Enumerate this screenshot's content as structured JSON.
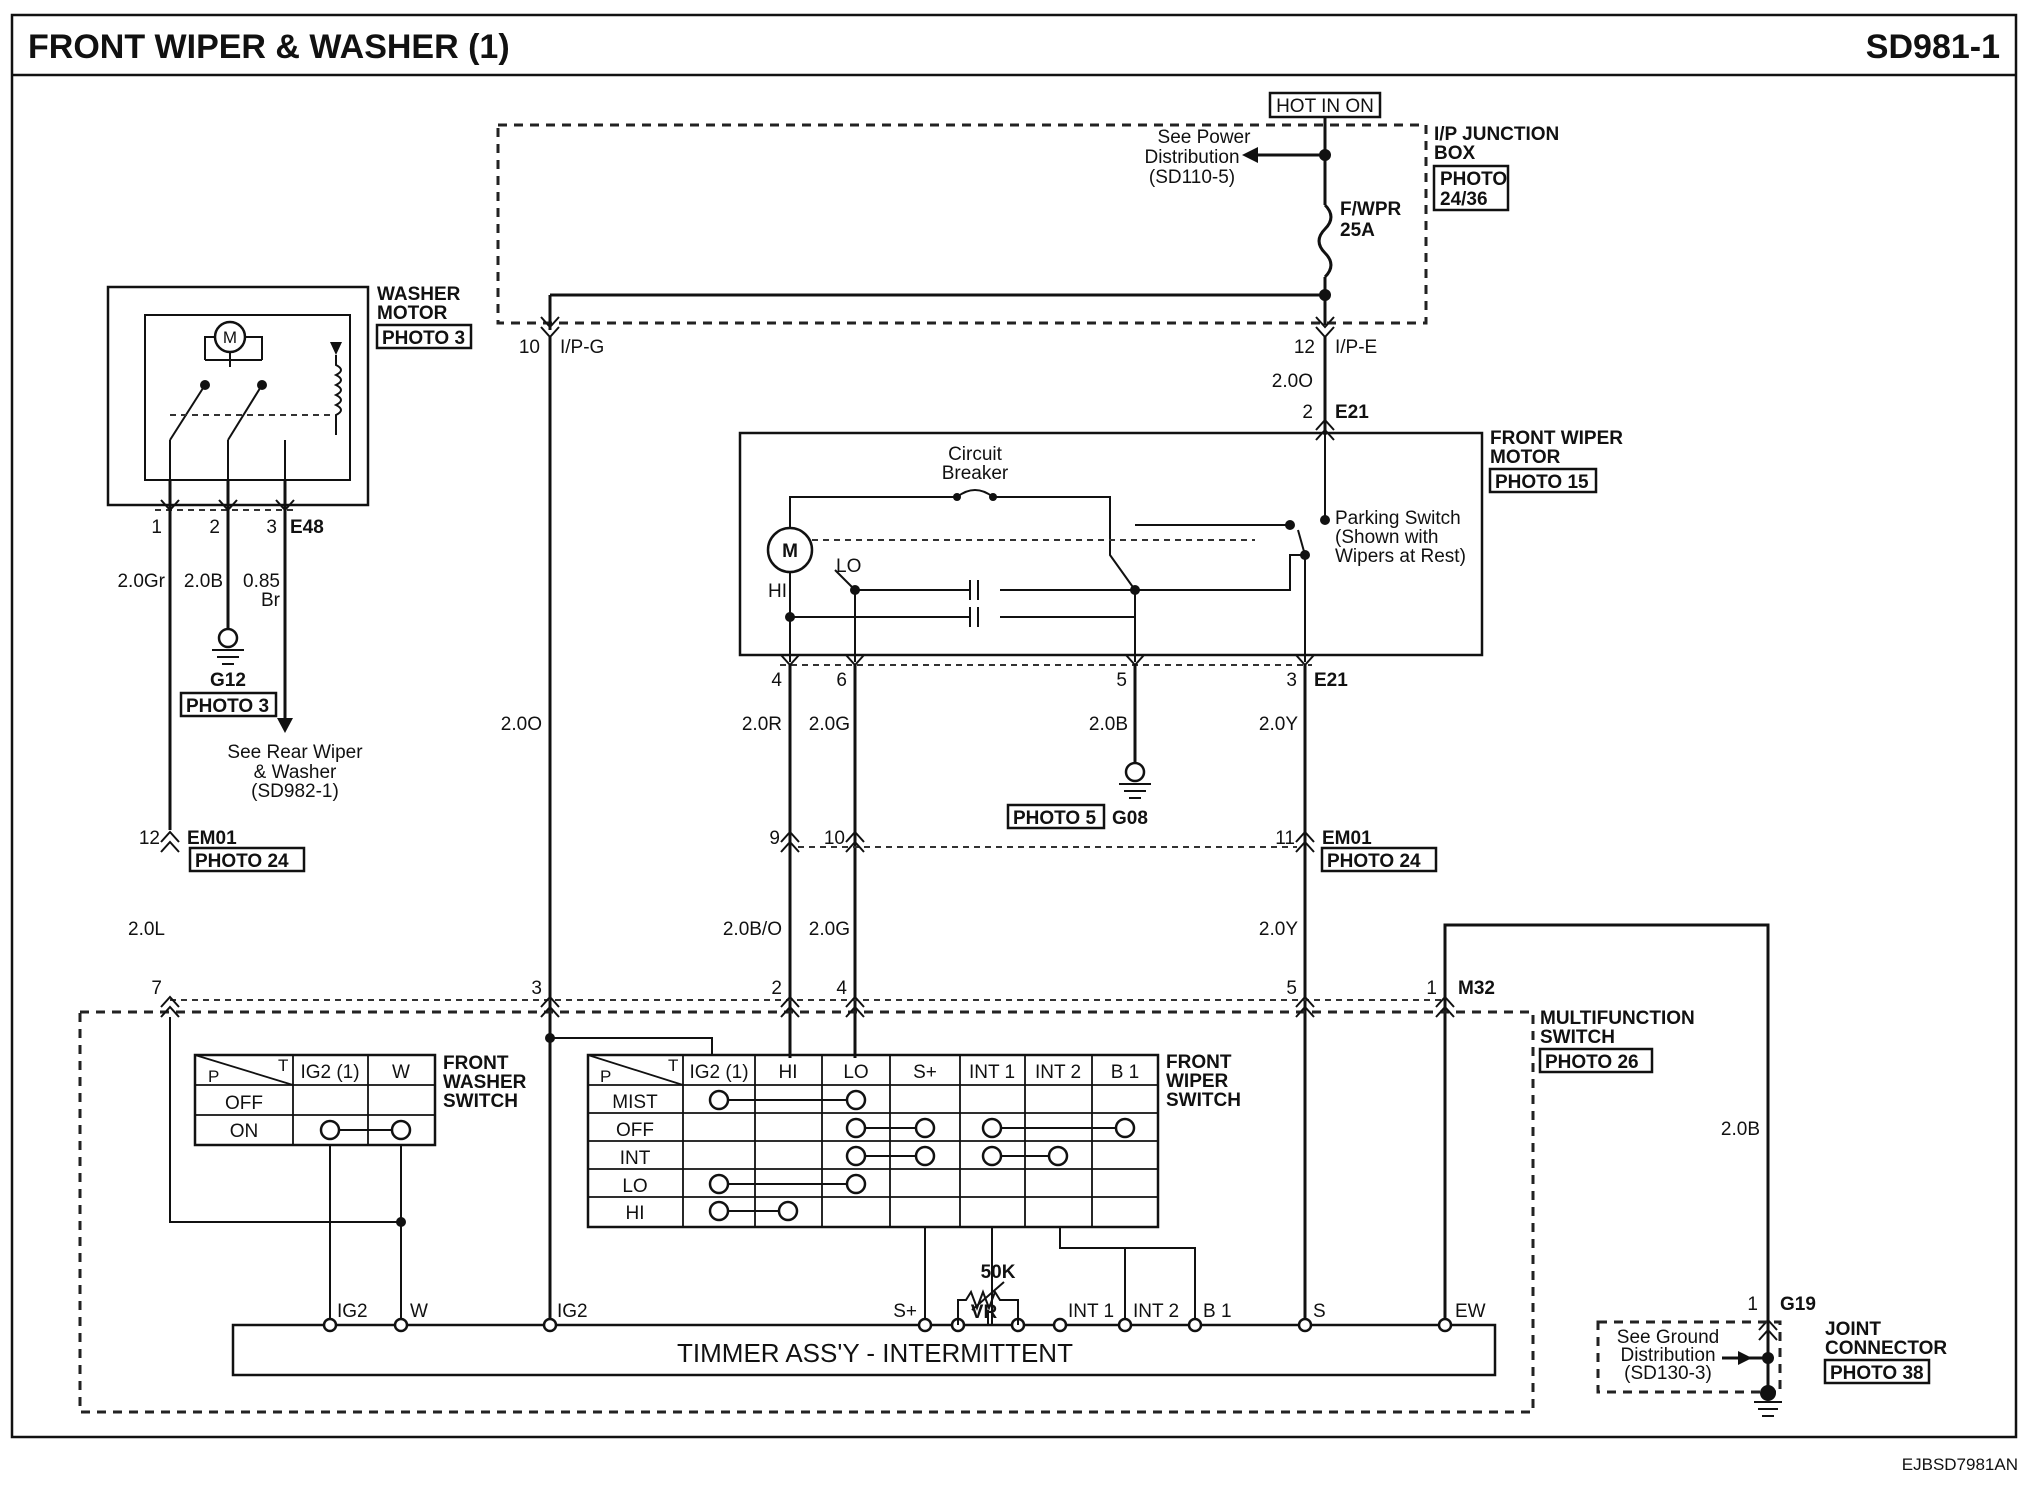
{
  "header": {
    "title": "FRONT WIPER & WASHER (1)",
    "code": "SD981-1"
  },
  "footer_code": "EJBSD7981AN",
  "junction_box": {
    "name": "I/P JUNCTION BOX",
    "name_line1": "I/P JUNCTION",
    "name_line2": "BOX",
    "photo_line1": "PHOTO",
    "photo_line2": "24/36",
    "hot_label": "HOT IN ON",
    "fuse_line1": "F/WPR",
    "fuse_line2": "25A",
    "power_ref_line1": "See Power",
    "power_ref_line2": "Distribution",
    "power_ref_line3": "(SD110-5)",
    "pin_g_num": "10",
    "pin_g": "I/P-G",
    "pin_e_num": "12",
    "pin_e": "I/P-E"
  },
  "washer_motor": {
    "name_line1": "WASHER",
    "name_line2": "MOTOR",
    "photo": "PHOTO 3",
    "motor_symbol": "M",
    "connector": "E48",
    "pins": [
      "1",
      "2",
      "3"
    ],
    "wire_1": "2.0Gr",
    "wire_2": "2.0B",
    "wire_3_line1": "0.85",
    "wire_3_line2": "Br",
    "ground": "G12",
    "ground_photo": "PHOTO 3",
    "rear_ref_line1": "See Rear Wiper",
    "rear_ref_line2": "& Washer",
    "rear_ref_line3": "(SD982-1)"
  },
  "front_wiper_motor": {
    "name_line1": "FRONT WIPER",
    "name_line2": "MOTOR",
    "photo": "PHOTO 15",
    "motor_symbol": "M",
    "connector": "E21",
    "top_pin": "2",
    "lo": "LO",
    "hi": "HI",
    "breaker_line1": "Circuit",
    "breaker_line2": "Breaker",
    "park_line1": "Parking Switch",
    "park_line2": "(Shown with",
    "park_line3": "Wipers at Rest)",
    "pins": [
      "4",
      "6",
      "5",
      "3"
    ],
    "ground": "G08",
    "ground_photo": "PHOTO 5"
  },
  "wires": {
    "fuse_out": "2.0O",
    "ipg": "2.0O",
    "hi_upper": "2.0R",
    "lo_upper": "2.0G",
    "gnd": "2.0B",
    "park_upper": "2.0Y",
    "washer_lower": "2.0L",
    "hi_lower": "2.0B/O",
    "lo_lower": "2.0G",
    "park_lower": "2.0Y",
    "ew": "2.0B"
  },
  "em01": {
    "connector": "EM01",
    "photo": "PHOTO 24",
    "pins": [
      "12",
      "9",
      "10",
      "11"
    ]
  },
  "multifunction_switch": {
    "name_line1": "MULTIFUNCTION",
    "name_line2": "SWITCH",
    "photo": "PHOTO 26",
    "connector": "M32",
    "pins": [
      "7",
      "3",
      "2",
      "4",
      "5",
      "1"
    ]
  },
  "washer_switch": {
    "name_line1": "FRONT",
    "name_line2": "WASHER",
    "name_line3": "SWITCH",
    "corner_p": "P",
    "corner_t": "T",
    "columns": [
      "IG2 (1)",
      "W"
    ],
    "rows": [
      "OFF",
      "ON"
    ]
  },
  "wiper_switch": {
    "name_line1": "FRONT",
    "name_line2": "WIPER",
    "name_line3": "SWITCH",
    "corner_p": "P",
    "corner_t": "T",
    "columns": [
      "IG2 (1)",
      "HI",
      "LO",
      "S+",
      "INT 1",
      "INT 2",
      "B 1"
    ],
    "rows": [
      "MIST",
      "OFF",
      "INT",
      "LO",
      "HI"
    ]
  },
  "timer": {
    "name": "TIMMER ASS'Y - INTERMITTENT",
    "terminals": [
      "IG2",
      "W",
      "IG2",
      "S+",
      "INT 1",
      "INT 2",
      "B 1",
      "S",
      "EW"
    ],
    "pot_value": "50K",
    "pot_label": "VR"
  },
  "joint_connector": {
    "name_line1": "JOINT",
    "name_line2": "CONNECTOR",
    "photo": "PHOTO 38",
    "connector": "G19",
    "pin": "1",
    "ground_ref_line1": "See Ground",
    "ground_ref_line2": "Distribution",
    "ground_ref_line3": "(SD130-3)"
  }
}
